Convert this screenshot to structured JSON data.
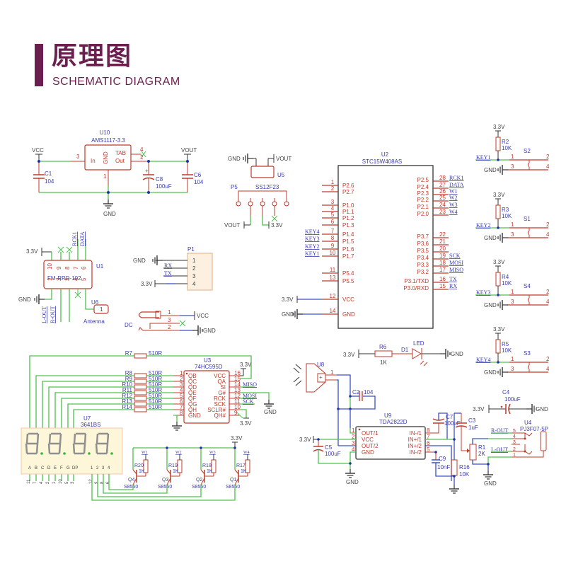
{
  "header": {
    "title": "原理图",
    "subtitle": "SCHEMATIC DIAGRAM"
  },
  "colors": {
    "brand": "#6b1f4f",
    "wire_green": "#4fc04f",
    "wire_blue": "#3d4fc8",
    "component_red": "#c0392b",
    "label_blue": "#3a3ab0",
    "ground_black": "#333333",
    "display_fill": "#fdf6d8"
  },
  "regulator": {
    "ref": "U10",
    "part": "AMS1117-3.3",
    "pins": {
      "in": "In",
      "gnd": "GND",
      "tab": "TAB",
      "out": "Out",
      "n_in": "3",
      "n_gnd": "1",
      "n_tab": "4",
      "n_out": "2"
    },
    "vcc": "VCC",
    "vout": "VOUT",
    "gnd": "GND",
    "c1": {
      "ref": "C1",
      "value": "104"
    },
    "c8": {
      "ref": "C8",
      "value": "100uF"
    },
    "c6": {
      "ref": "C6",
      "value": "104"
    }
  },
  "switch_u5": {
    "ref": "U5",
    "gnd": "GND",
    "vout": "VOUT",
    "p5": {
      "ref": "P5",
      "part": "SS12F23",
      "left": "VOUT",
      "right": "3.3V",
      "pins": [
        "3",
        "2",
        "1"
      ]
    }
  },
  "mcu": {
    "ref": "U2",
    "part": "STC15W408AS",
    "left_pins": [
      {
        "num": "1",
        "name": "P2.6",
        "net": ""
      },
      {
        "num": "2",
        "name": "P2.7",
        "net": ""
      },
      {
        "num": "3",
        "name": "P1.0",
        "net": ""
      },
      {
        "num": "4",
        "name": "P1.1",
        "net": ""
      },
      {
        "num": "5",
        "name": "P1.2",
        "net": ""
      },
      {
        "num": "6",
        "name": "P1.3",
        "net": ""
      },
      {
        "num": "7",
        "name": "P1.4",
        "net": "KEY4"
      },
      {
        "num": "8",
        "name": "P1.5",
        "net": "KEY3"
      },
      {
        "num": "9",
        "name": "P1.6",
        "net": "KEY2"
      },
      {
        "num": "10",
        "name": "P1.7",
        "net": "KEY1"
      },
      {
        "num": "11",
        "name": "P5.4",
        "net": ""
      },
      {
        "num": "13",
        "name": "P5.5",
        "net": ""
      },
      {
        "num": "12",
        "name": "VCC",
        "net": "3.3V"
      },
      {
        "num": "14",
        "name": "GND",
        "net": "GND"
      }
    ],
    "right_pins": [
      {
        "num": "28",
        "name": "P2.5",
        "net": "RCK1"
      },
      {
        "num": "27",
        "name": "P2.4",
        "net": "DATA"
      },
      {
        "num": "26",
        "name": "P2.3",
        "net": "W1"
      },
      {
        "num": "25",
        "name": "P2.2",
        "net": "W2"
      },
      {
        "num": "24",
        "name": "P2.1",
        "net": "W3"
      },
      {
        "num": "23",
        "name": "P2.0",
        "net": "W4"
      },
      {
        "num": "22",
        "name": "P3.7",
        "net": ""
      },
      {
        "num": "21",
        "name": "P3.6",
        "net": ""
      },
      {
        "num": "20",
        "name": "P3.5",
        "net": ""
      },
      {
        "num": "19",
        "name": "P3.4",
        "net": "SCK"
      },
      {
        "num": "18",
        "name": "P3.3",
        "net": "MOSI"
      },
      {
        "num": "17",
        "name": "P3.2",
        "net": "MISO"
      },
      {
        "num": "16",
        "name": "P3.1/TXD",
        "net": "TX"
      },
      {
        "num": "15",
        "name": "P3.0/RXD",
        "net": "RX"
      }
    ]
  },
  "keys": [
    {
      "sw": "S2",
      "res": "R2",
      "value": "10K",
      "net": "KEY1",
      "vcc": "3.3V",
      "gnd": "GND",
      "pins": [
        "1",
        "2",
        "3",
        "4"
      ]
    },
    {
      "sw": "S1",
      "res": "R3",
      "value": "10K",
      "net": "KEY2",
      "vcc": "3.3V",
      "gnd": "GND",
      "pins": [
        "1",
        "2",
        "3",
        "4"
      ]
    },
    {
      "sw": "S4",
      "res": "R4",
      "value": "10K",
      "net": "KEY3",
      "vcc": "3.3V",
      "gnd": "GND",
      "pins": [
        "1",
        "2",
        "3",
        "4"
      ]
    },
    {
      "sw": "S3",
      "res": "R5",
      "value": "10K",
      "net": "KEY4",
      "vcc": "3.3V",
      "gnd": "GND",
      "pins": [
        "1",
        "2",
        "3",
        "4"
      ]
    }
  ],
  "radio": {
    "ref": "U1",
    "part": "FM-RRD-102",
    "vcc": "3.3V",
    "gnd": "GND",
    "top_pins": [
      "10",
      "9",
      "8",
      "7",
      "6"
    ],
    "bottom_pins": [
      "1",
      "2",
      "3",
      "4",
      "5"
    ],
    "top_nets": [
      "RCK1",
      "DATA"
    ],
    "bottom_nets": [
      "L-OUT",
      "R-OUT"
    ],
    "antenna": {
      "ref": "U6",
      "pin": "1",
      "label": "Antenna"
    }
  },
  "header_p1": {
    "ref": "P1",
    "rows": [
      {
        "num": "1",
        "net": "GND"
      },
      {
        "num": "2",
        "net": "RX"
      },
      {
        "num": "3",
        "net": "TX"
      },
      {
        "num": "4",
        "net": "3.3V"
      }
    ]
  },
  "dc_jack": {
    "ref": "DC",
    "pins": [
      "1",
      "3",
      "2"
    ],
    "vcc": "VCC",
    "gnd": "GND"
  },
  "shift_reg": {
    "ref": "U3",
    "part": "74HC595D",
    "left_pins": [
      {
        "num": "1",
        "name": "QB"
      },
      {
        "num": "2",
        "name": "QC"
      },
      {
        "num": "3",
        "name": "QD"
      },
      {
        "num": "4",
        "name": "QE"
      },
      {
        "num": "5",
        "name": "QF"
      },
      {
        "num": "6",
        "name": "QG"
      },
      {
        "num": "7",
        "name": "QH"
      },
      {
        "num": "8",
        "name": "GND"
      }
    ],
    "right_pins": [
      {
        "num": "16",
        "name": "VCC",
        "net": "3.3V"
      },
      {
        "num": "15",
        "name": "QA",
        "net": ""
      },
      {
        "num": "14",
        "name": "SI",
        "net": "MISO"
      },
      {
        "num": "13",
        "name": "G#",
        "net": "GND"
      },
      {
        "num": "12",
        "name": "RCK",
        "net": "MOSI"
      },
      {
        "num": "11",
        "name": "SCK",
        "net": "SCK"
      },
      {
        "num": "10",
        "name": "SCLR#",
        "net": "3.3V"
      },
      {
        "num": "9",
        "name": "QH#",
        "net": ""
      }
    ],
    "gnd": "GND",
    "vcc": "3.3V"
  },
  "seg_resistors": [
    {
      "ref": "R7",
      "value": "510R"
    },
    {
      "ref": "R8",
      "value": "510R"
    },
    {
      "ref": "R9",
      "value": "510R"
    },
    {
      "ref": "R10",
      "value": "510R"
    },
    {
      "ref": "R11",
      "value": "510R"
    },
    {
      "ref": "R12",
      "value": "510R"
    },
    {
      "ref": "R13",
      "value": "510R"
    },
    {
      "ref": "R14",
      "value": "510R"
    }
  ],
  "display": {
    "ref": "U7",
    "part": "3641BS",
    "digits": [
      "8.",
      "8.",
      "8.",
      "8."
    ],
    "seg_pins": [
      "11",
      "7",
      "4",
      "2",
      "1",
      "10",
      "5",
      "3"
    ],
    "com_pins": [
      "12",
      "9",
      "8",
      "6"
    ],
    "seg_letters": [
      "A",
      "B",
      "C",
      "D",
      "E",
      "F",
      "G",
      "DP"
    ]
  },
  "drivers": [
    {
      "q": "Q4",
      "part": "S8550",
      "res": "R20",
      "value": "1K",
      "net": "W1"
    },
    {
      "q": "Q3",
      "part": "S8550",
      "res": "R19",
      "value": "1K",
      "net": "W2"
    },
    {
      "q": "Q2",
      "part": "S8550",
      "res": "R18",
      "value": "1K",
      "net": "W3"
    },
    {
      "q": "Q1",
      "part": "S8550",
      "res": "R17",
      "value": "1K",
      "net": "W4"
    }
  ],
  "drivers_vcc": "3.3V",
  "led": {
    "vcc": "3.3V",
    "res": "R6",
    "value": "1K",
    "ref": "D1",
    "label": "LED",
    "gnd": "GND"
  },
  "speaker": {
    "ref": "U8",
    "pins": [
      "1",
      "2"
    ],
    "cap": {
      "ref": "C2",
      "value": "104"
    }
  },
  "amp": {
    "ref": "U9",
    "part": "TDA2822D",
    "left_pins": [
      {
        "num": "1",
        "name": "OUT/1"
      },
      {
        "num": "2",
        "name": "VCC"
      },
      {
        "num": "3",
        "name": "OUT/2"
      },
      {
        "num": "4",
        "name": "GND"
      }
    ],
    "right_pins": [
      {
        "num": "8",
        "name": "IN-/1"
      },
      {
        "num": "7",
        "name": "IN+/1"
      },
      {
        "num": "6",
        "name": "IN+/2"
      },
      {
        "num": "5",
        "name": "IN-/2"
      }
    ],
    "vcc": "3.3V",
    "gnd": "GND",
    "c5": {
      "ref": "C5",
      "value": "100uF"
    },
    "c7": {
      "ref": "C7",
      "value": "100uF"
    },
    "c3": {
      "ref": "C3",
      "value": "1uF"
    },
    "c9": {
      "ref": "C9",
      "value": "10nF"
    },
    "r16": {
      "ref": "R16",
      "value": "10K"
    },
    "r1": {
      "ref": "R1",
      "value": "2K"
    }
  },
  "c4": {
    "ref": "C4",
    "value": "100uF",
    "vcc": "3.3V",
    "gnd": "GND"
  },
  "audio_jack": {
    "ref": "U4",
    "part": "PJ3F07-5P",
    "pins": [
      "5",
      "4",
      "3",
      "2",
      "1"
    ],
    "r_out": "R-OUT",
    "l_out": "L-OUT",
    "gnd": "GND"
  }
}
